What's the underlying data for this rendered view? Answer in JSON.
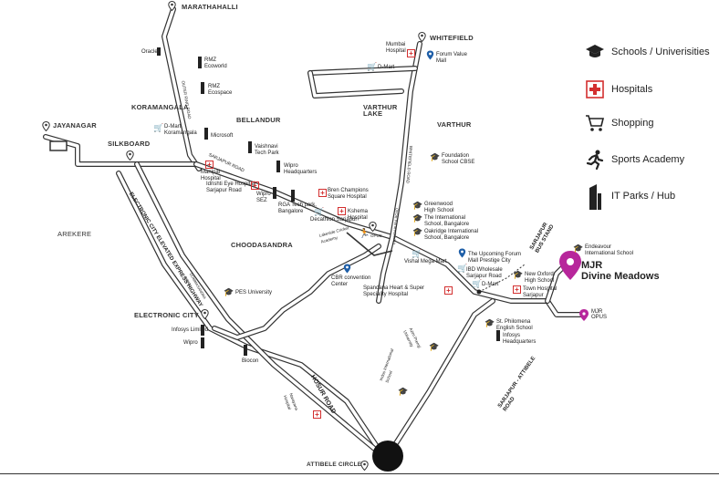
{
  "legend": {
    "items": [
      {
        "icon": "school-icon",
        "label": "Schools / Univerisities"
      },
      {
        "icon": "hospital-icon",
        "label": "Hospitals"
      },
      {
        "icon": "shopping-cart-icon",
        "label": "Shopping"
      },
      {
        "icon": "runner-icon",
        "label": "Sports Academy"
      },
      {
        "icon": "building-icon",
        "label": "IT Parks / Hub"
      }
    ],
    "hospital_color": "#d32f2f",
    "project_color": "#b7269b"
  },
  "project": {
    "line1": "MJR",
    "line2": "Divine Meadows",
    "opus": "MJR\nOPUS"
  },
  "places": {
    "marathahalli": "MARATHAHALLI",
    "whitefield": "WHITEFIELD",
    "jayanagar": "JAYANAGAR",
    "silkboard": "SILKBOARD",
    "koramangala": "KORAMANGALA",
    "bellandur": "BELLANDUR",
    "varthur_lake": "VARTHUR\nLAKE",
    "varthur": "VARTHUR",
    "arekere": "AREKERE",
    "choodasandra": "CHOODASANDRA",
    "electronic_city": "ELECTRONIC CITY",
    "attibele": "ATTIBELE CIRCLE"
  },
  "roads": {
    "orr": "OUTER RING ROAD",
    "sarjapur_road": "SARJAPUR ROAD",
    "whitefield_road": "WHITEFIELD ROAD",
    "ec_flyover": "ELECTRONIC CITY ELEVATED EXPRESS HIGHWAY",
    "hosur_road": "HOSUR ROAD",
    "chandapura": "CHANDAPURA ROAD",
    "sarjapur_bus_stand": "SARJAPUR\nBUS STAND",
    "sarjapur_attibele": "SARJAPUR - ATTIBELE\nROAD",
    "dommasandra": "DOMMASANDRA\nROAD"
  },
  "pois": {
    "oracle": "Oracle",
    "rmz_ecoworld": "RMZ\nEcoworld",
    "rmz_ecospace": "RMZ\nEcospace",
    "dmart_koramangala": "D-Mart\nKoramangala",
    "microsoft": "Microsoft",
    "vaishnavi": "Vaishnavi\nTech Park",
    "wipro_hq": "Wipro\nHeadquarters",
    "manipal": "Manipal\nHospital",
    "idrishti": "Idrishti Eye Hospital\nSarjapur Road",
    "wipro_sez": "Wipro\nSEZ",
    "rga": "RGA Tech park,\nBangalore",
    "brein": "Bren Champions\nSquare Hospital",
    "decathlon": "Decathlon Sarjapur",
    "kshema": "Kshema\nHospital",
    "mumbai_hospital": "Mumbai\nHospital",
    "forum_value": "Forum Value\nMall",
    "dmart_top": "D-Mart",
    "foundation": "Foundation\nSchool CBSE",
    "greenwood": "Greenwood\nHigh School",
    "international": "The International\nSchool, Bangalore",
    "oakridge": "Oakridge International\nSchool, Bangalore",
    "upcoming_forum": "The Upcoming Forum\nMall Prestige City",
    "vishal": "Vishal Mega Mart",
    "lakeside": "Lakeside Cricket\nAcademy",
    "cbr": "CBR convention\nCenter",
    "spandana": "Spandana Heart & Super\nSpeciality Hospital",
    "ibd": "IBD Wholesale\nSarjapur Road",
    "dmart_sarjapur": "D-Mart",
    "new_oxford": "New Oxford\nHigh School",
    "town_hospital": "Town Hospital\nSarjapur",
    "endeavour": "Endeavour\nInternational School",
    "st_philomena": "St. Philomena\nEnglish School",
    "infosys_hq": "Infosys\nHeadquarters",
    "pes": "PES University",
    "infosys_ltd": "Infosys Limited",
    "wipro_ec": "Wipro",
    "biocon": "Biocon",
    "narayana": "Narayana\nHospital",
    "azim": "Azim Premji\nUniversity",
    "indus": "Indus International\nSchool",
    "opus": "OPUS"
  }
}
